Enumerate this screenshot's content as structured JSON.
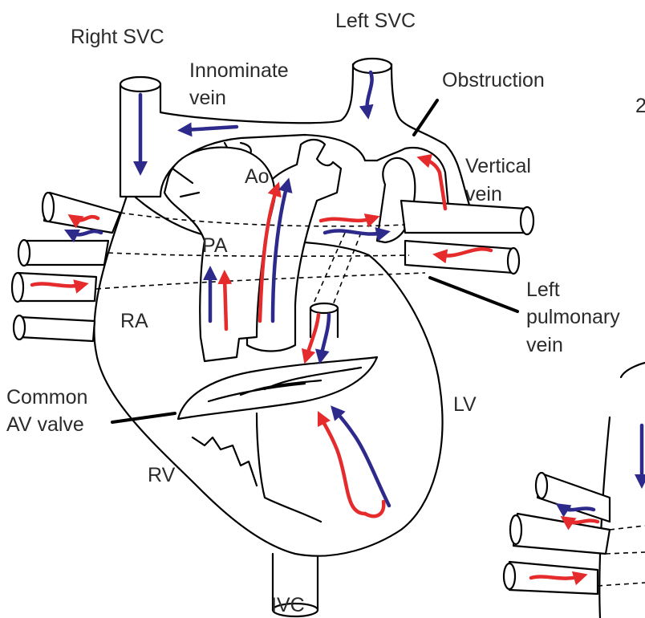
{
  "labels": {
    "right_svc": "Right SVC",
    "left_svc": "Left SVC",
    "innominate_line1": "Innominate",
    "innominate_line2": "vein",
    "obstruction": "Obstruction",
    "fragment_2": "2",
    "vertical_line1": "Vertical",
    "vertical_line2": "vein",
    "ao": "Ao",
    "pa": "PA",
    "ra": "RA",
    "left_pulm_line1": "Left",
    "left_pulm_line2": "pulmonary",
    "left_pulm_line3": "vein",
    "common_av_line1": "Common",
    "common_av_line2": "AV valve",
    "lv": "LV",
    "rv": "RV",
    "ivc": "IVC"
  },
  "colors": {
    "oxygenated": "#e52b2b",
    "deoxygenated": "#2e2a8c",
    "outline": "#000000",
    "label": "#2b2b2b"
  }
}
